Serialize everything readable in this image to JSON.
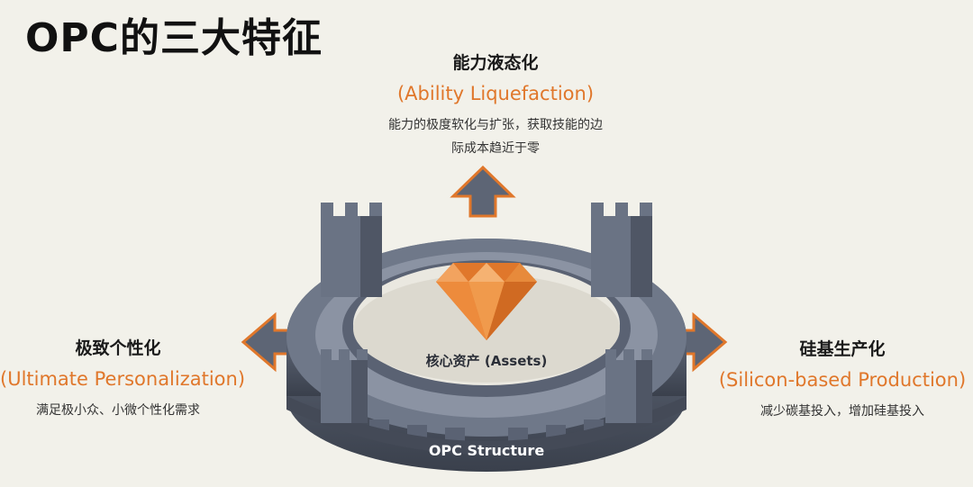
{
  "title": "OPC的三大特征",
  "features": {
    "top": {
      "heading": "能力液态化",
      "english": "(Ability Liquefaction)",
      "desc_line1": "能力的极度软化与扩张，获取技能的边",
      "desc_line2": "际成本趋近于零"
    },
    "left": {
      "heading": "极致个性化",
      "english": "(Ultimate Personalization)",
      "desc_line1": "满足极小众、小微个性化需求"
    },
    "right": {
      "heading": "硅基生产化",
      "english": "(Silicon-based Production)",
      "desc_line1": "减少碳基投入，增加硅基投入"
    }
  },
  "diagram": {
    "center_label": "核心资产 (Assets)",
    "structure_label": "OPC Structure"
  },
  "colors": {
    "accent": "#e0772b",
    "stone": "#5a6273",
    "background": "#f2f1ea"
  }
}
